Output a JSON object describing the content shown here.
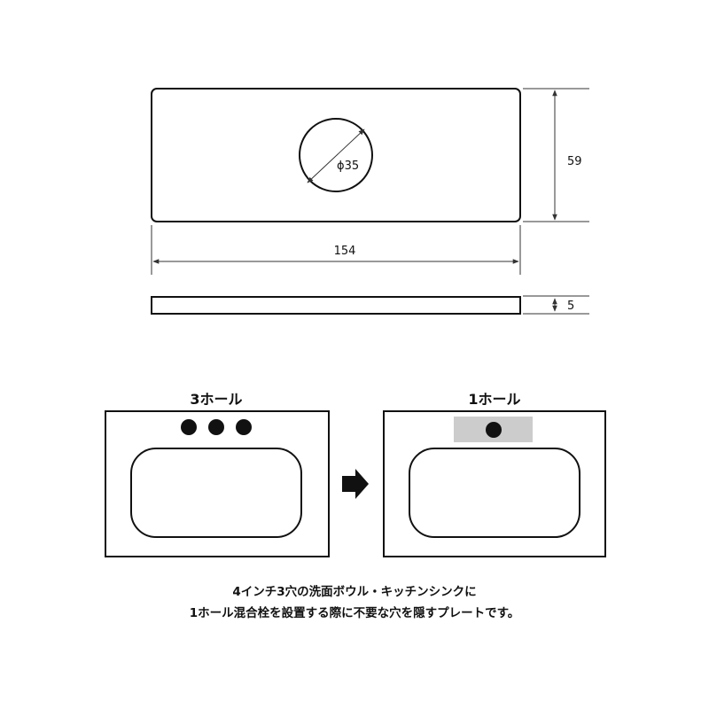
{
  "drawing": {
    "dim_diameter": "ϕ35",
    "dim_height": "59",
    "dim_width": "154",
    "dim_thickness": "5"
  },
  "comparison": {
    "left_label": "3ホール",
    "right_label": "1ホール",
    "arrow_icon": "right-arrow-icon"
  },
  "caption": {
    "line1": "4インチ3穴の洗面ボウル・キッチンシンクに",
    "line2": "1ホール混合栓を設置する際に不要な穴を隠すプレートです。"
  },
  "colors": {
    "line": "#111111",
    "dimension": "#333333",
    "plate_fill": "#cccccc"
  }
}
